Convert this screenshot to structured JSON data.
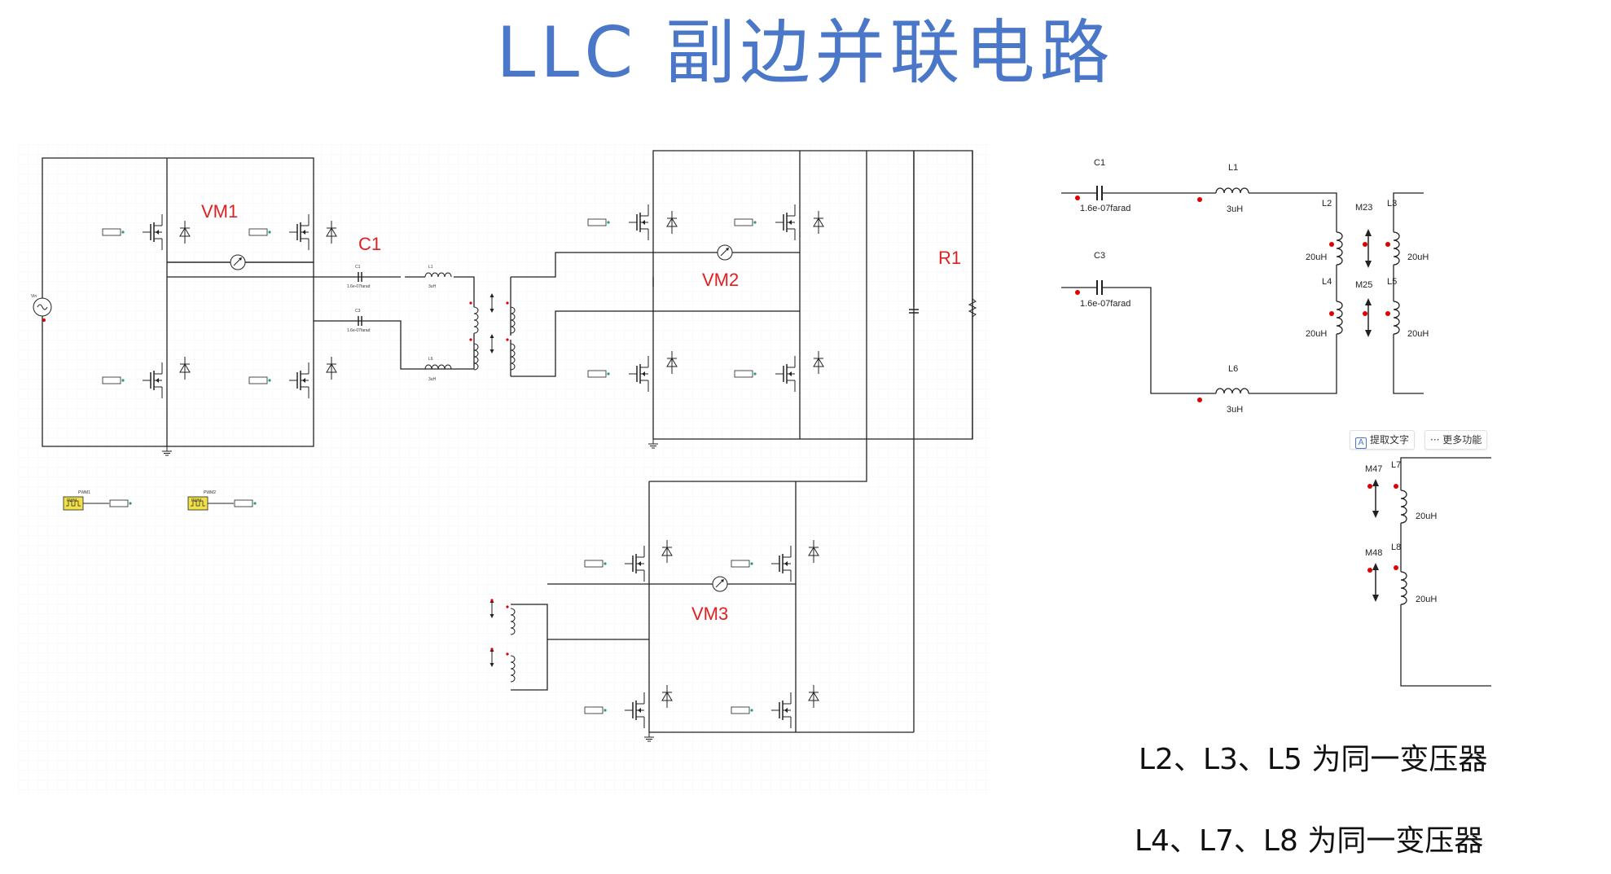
{
  "title": "LLC 副边并联电路",
  "main": {
    "labels": {
      "vm1": "VM1",
      "vm2": "VM2",
      "vm3": "VM3",
      "c1": "C1",
      "r1": "R1",
      "c1_small": "C1",
      "c1_value": "1.6e-07farad",
      "c3_small": "C3",
      "c3_value": "1.6e-07farad",
      "l1_small": "L1",
      "l1_value": "3uH",
      "l6_small": "L6",
      "l6_value": "3uH",
      "pwm1_label": "PWM1",
      "pwm2_label": "PWM2",
      "pwm_box": "PWM",
      "source": "Vin"
    }
  },
  "detail_top": {
    "c1_label": "C1",
    "c1_value": "1.6e-07farad",
    "c3_label": "C3",
    "c3_value": "1.6e-07farad",
    "l1_label": "L1",
    "l1_value": "3uH",
    "l6_label": "L6",
    "l6_value": "3uH",
    "l2_label": "L2",
    "l2_value": "20uH",
    "l3_label": "L3",
    "l3_value": "20uH",
    "l4_label": "L4",
    "l4_value": "20uH",
    "l5_label": "L5",
    "l5_value": "20uH",
    "m23_label": "M23",
    "m25_label": "M25"
  },
  "toolbar": {
    "extract_text": "提取文字",
    "more_features": "更多功能",
    "extract_icon": "text-extract-icon",
    "more_icon": "ellipsis-icon"
  },
  "detail_bottom": {
    "m47_label": "M47",
    "m48_label": "M48",
    "l7_label": "L7",
    "l7_value": "20uH",
    "l8_label": "L8",
    "l8_value": "20uH"
  },
  "notes": {
    "line1": "L2、L3、L5 为同一变压器",
    "line2": "L4、L7、L8 为同一变压器"
  },
  "colors": {
    "title": "#4a77c8",
    "annotation_red": "#e02020",
    "wire": "#222222",
    "dot": "#e00000",
    "pwm_fill": "#f0e04a"
  }
}
